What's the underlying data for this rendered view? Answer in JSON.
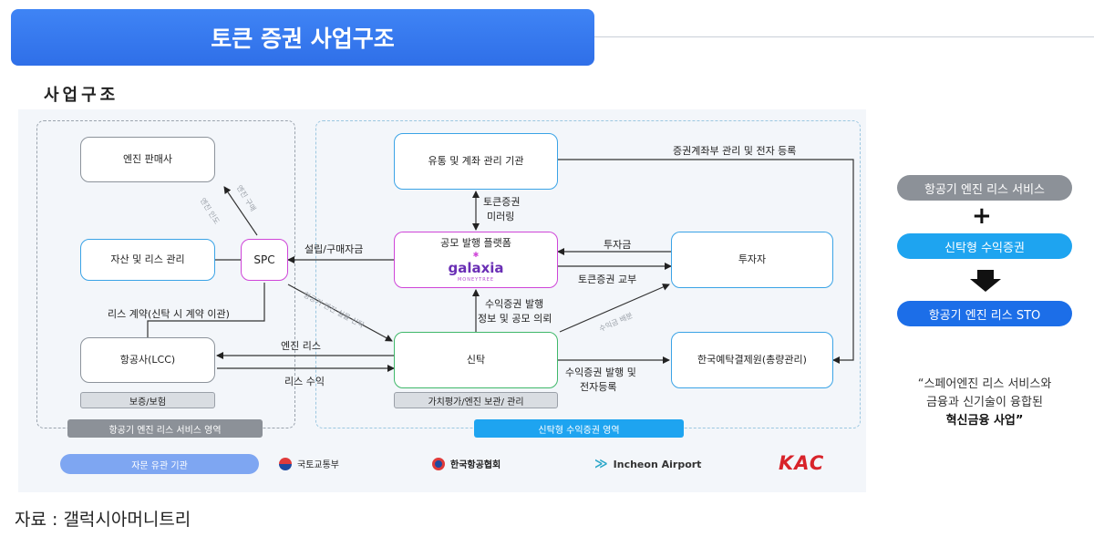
{
  "header": {
    "title": "토큰 증권 사업구조"
  },
  "subtitle": "사업구조",
  "nodes": {
    "engine_seller": "엔진 판매사",
    "asset_mgmt": "자산 및 리스 관리",
    "spc": "SPC",
    "airline": "항공사(LCC)",
    "guarantee": "보증/보험",
    "custody": "유통 및 계좌 관리 기관",
    "platform": "공모 발행 플랫폼",
    "platform_logo": "galaxia",
    "platform_logo_sub": "MONEYTREE",
    "investor": "투자자",
    "trust": "신탁",
    "valuation": "가치평가/엔진 보관/ 관리",
    "ksd": "한국예탁결제원(총량관리)"
  },
  "edges": {
    "engine_buy": "엔진 구매",
    "engine_transfer": "엔진 인도",
    "lease_contract": "리스 계약(신탁 시 계약 이관)",
    "setup_purchase": "설립/구매자금",
    "spc_to_trust": "항공기 엔진 실물 신탁",
    "engine_lease": "엔진 리스",
    "lease_income": "리스 수익",
    "token_mirror_line1": "토큰증권",
    "token_mirror_line2": "미러링",
    "registry": "증권계좌부 관리 및 전자 등록",
    "investment": "투자금",
    "token_delivery": "토큰증권 교부",
    "issue_request_line1": "수익증권 발행",
    "issue_request_line2": "정보 및 공모 의뢰",
    "revenue_distribution": "수익금 배분",
    "issue_register_line1": "수익증권 발행 및",
    "issue_register_line2": "전자등록"
  },
  "regions": {
    "left": "항공기 엔진 리스 서비스 영역",
    "right": "신탁형 수익증권 영역"
  },
  "advisory": {
    "label": "자문 유관 기관",
    "orgs": [
      "국토교통부",
      "한국항공협회",
      "Incheon Airport",
      "KAC"
    ]
  },
  "side": {
    "item1": "항공기 엔진 리스 서비스",
    "item2": "신탁형 수익증권",
    "item3": "항공기 엔진 리스 STO",
    "plus": "+",
    "quote_line1": "“스페어엔진 리스 서비스와",
    "quote_line2": "금융과 신기술이 융합된",
    "quote_line3": "혁신금융 사업”"
  },
  "source": "자료 : 갤럭시아머니트리",
  "colors": {
    "header": "#2f6fe8",
    "side_gray": "#8c9198",
    "side_cyan": "#1ea4f0",
    "side_blue": "#1c6ee8",
    "pink": "#cf45d8",
    "green": "#3fb86a",
    "sky": "#3aa3e6"
  }
}
